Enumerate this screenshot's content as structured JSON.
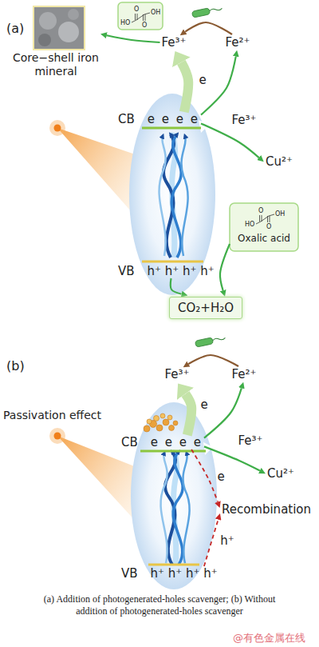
{
  "diagram": {
    "caption": "(a) Addition of photogenerated-holes scavenger; (b) Without addition of photogenerated-holes scavenger",
    "nodes": [
      {
        "text": [
          "Core−shell iron mineral"
        ]
      },
      {
        "text": [
          "Fe³⁺"
        ]
      },
      {
        "text": [
          "Fe²⁺"
        ]
      },
      {
        "text": [
          "CB",
          "e e e e"
        ]
      },
      {
        "text": [
          "Cu²⁺"
        ]
      },
      {
        "text": [
          "Oxalic acid"
        ]
      },
      {
        "text": [
          "VB",
          "h⁺ h⁺ h⁺ h⁺"
        ]
      },
      {
        "text": [
          "CO₂+H₂O"
        ]
      },
      {
        "text": [
          "Fe³⁺"
        ]
      },
      {
        "text": [
          "Fe²⁺"
        ]
      },
      {
        "text": [
          "CB",
          "e e e e"
        ]
      },
      {
        "text": [
          "Cu²⁺"
        ]
      },
      {
        "text": [
          "Recombination"
        ]
      },
      {
        "text": [
          "VB",
          "h⁺ h⁺ h⁺ h⁺"
        ]
      }
    ],
    "edges": [
      {
        "from": 1,
        "to": 0,
        "arrow": "to"
      },
      {
        "from": 2,
        "to": 1,
        "arrow": "to"
      },
      {
        "from": 3,
        "to": 1,
        "label": "e",
        "arrow": "to"
      },
      {
        "from": 3,
        "to": 2,
        "arrow": "to"
      },
      {
        "from": 3,
        "to": 4,
        "label": "Fe³⁺",
        "arrow": "to"
      },
      {
        "from": 6,
        "to": 7,
        "arrow": "to"
      },
      {
        "from": 5,
        "to": 7,
        "arrow": "to"
      },
      {
        "from": 9,
        "to": 8,
        "arrow": "to"
      },
      {
        "from": 10,
        "to": 8,
        "label": "e",
        "arrow": "to"
      },
      {
        "from": 10,
        "to": 9,
        "arrow": "to"
      },
      {
        "from": 10,
        "to": 11,
        "label": "Fe³⁺",
        "arrow": "to"
      },
      {
        "from": 10,
        "to": 12,
        "label": "e",
        "arrow": "to"
      },
      {
        "from": 13,
        "to": 12,
        "label": "h⁺",
        "arrow": "to"
      }
    ],
    "labels": [
      "(a)",
      "O",
      "OH",
      "HO",
      "O",
      "O",
      "OH",
      "HO",
      "O",
      "(b)",
      "Passivation effect",
      "@有色金属在线"
    ]
  }
}
